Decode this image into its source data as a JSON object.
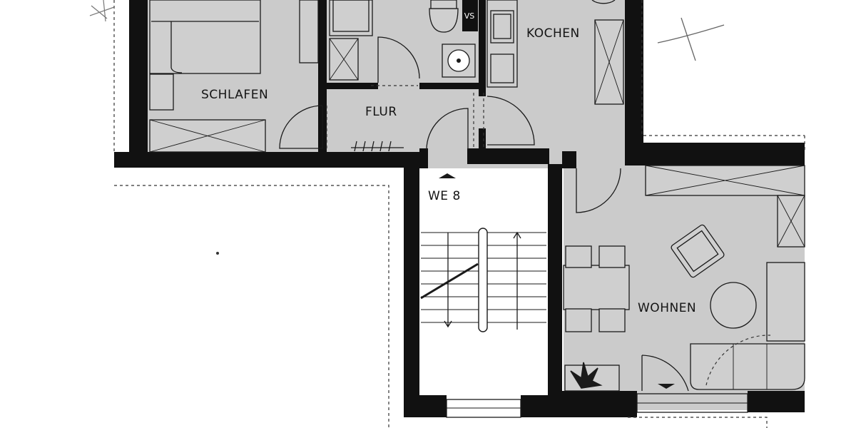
{
  "rooms": {
    "schlafen": "SCHLAFEN",
    "flur": "FLUR",
    "kochen": "KOCHEN",
    "wohnen": "WOHNEN",
    "unit": "WE 8"
  },
  "fixtures": {
    "vent_label": "VS"
  },
  "colors": {
    "floor": "#cbcbcb",
    "wall": "#111111",
    "stair_floor": "#ffffff",
    "paper": "#ffffff"
  }
}
